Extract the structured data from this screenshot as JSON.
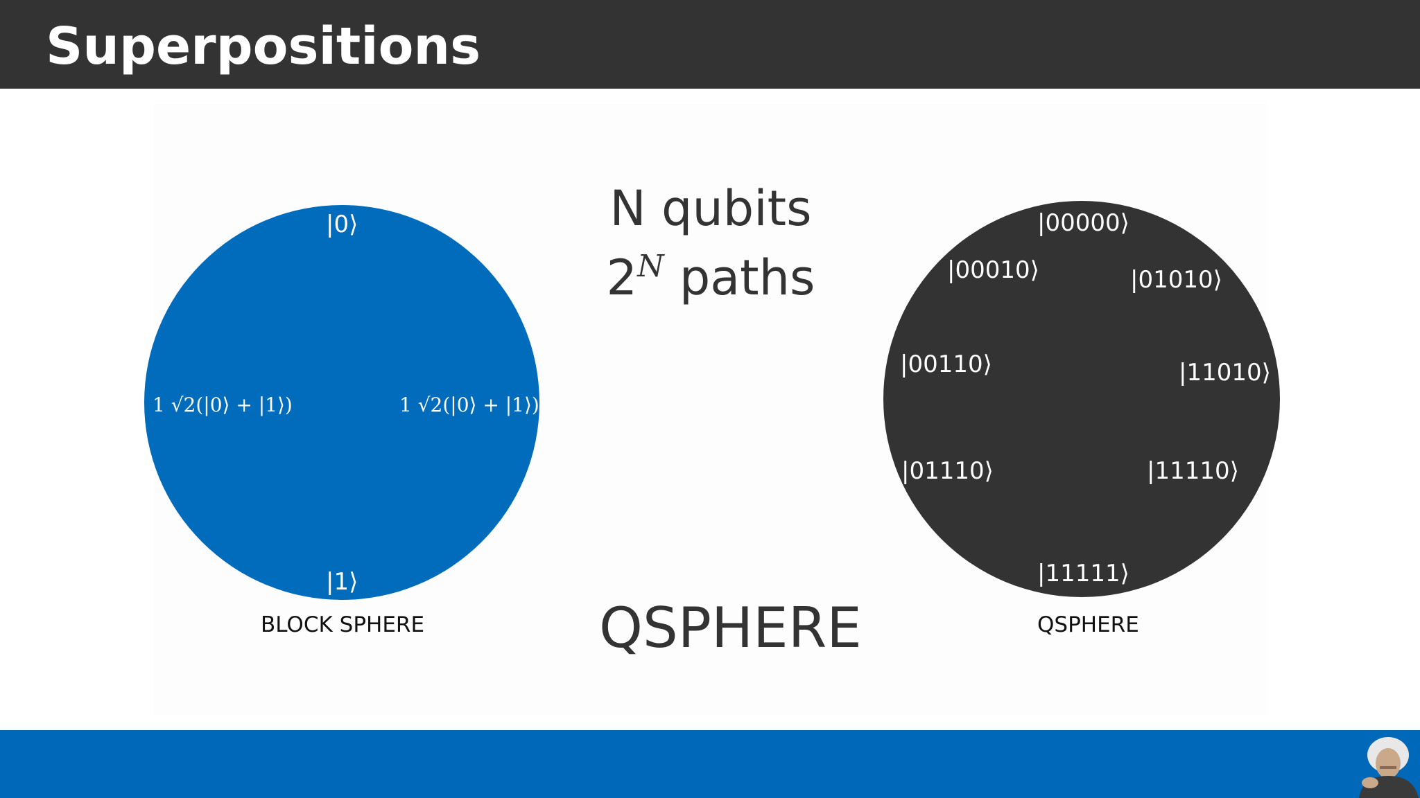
{
  "slide": {
    "title": "Superpositions",
    "center_line1": "N qubits",
    "center_line2_base": "2",
    "center_line2_exponent": "N",
    "center_line2_rest": " paths",
    "qsphere_heading": "QSPHERE"
  },
  "bloch_sphere": {
    "color": "#026cbc",
    "top_label": "|0⟩",
    "bottom_label": "|1⟩",
    "left_label": "1 √2(|0⟩ + |1⟩)",
    "right_label": "1 √2(|0⟩ + |1⟩)",
    "caption": "BLOCK SPHERE"
  },
  "qsphere": {
    "color": "#333333",
    "states": [
      "|00000⟩",
      "|00010⟩",
      "|01010⟩",
      "|00110⟩",
      "|11010⟩",
      "|01110⟩",
      "|11110⟩",
      "|11111⟩"
    ],
    "caption": "QSPHERE"
  },
  "colors": {
    "header": "#333333",
    "footer": "#0068b8"
  }
}
